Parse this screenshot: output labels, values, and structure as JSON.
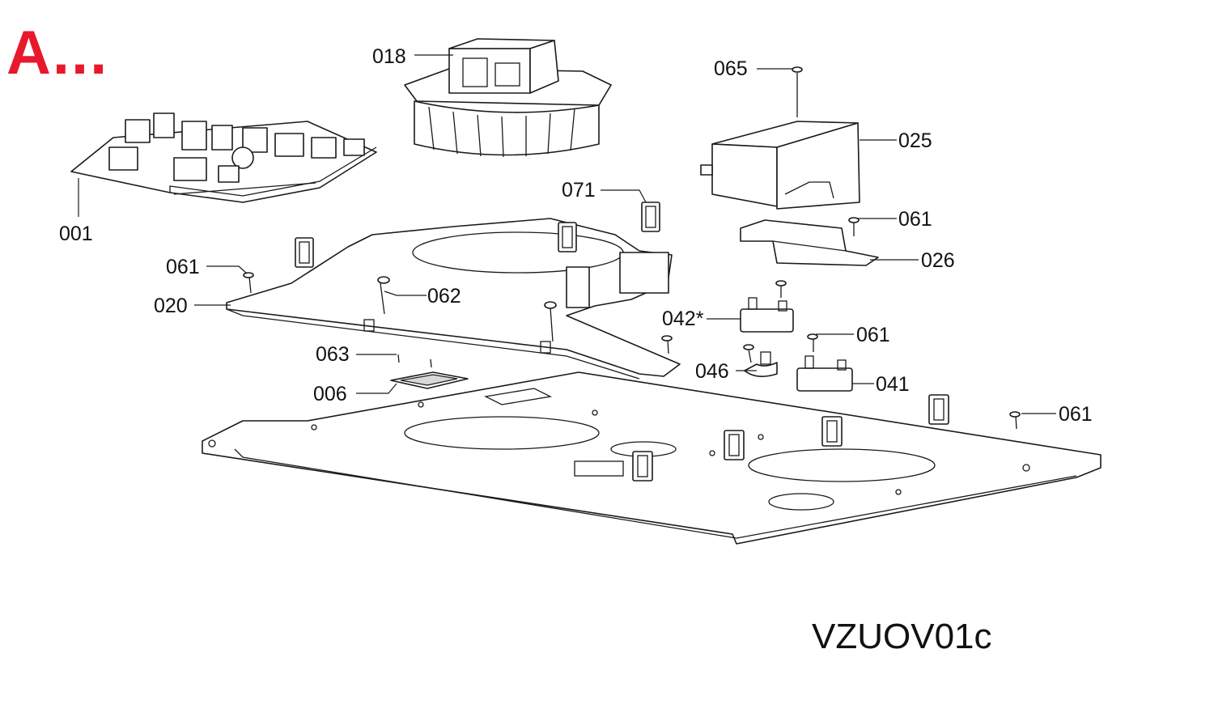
{
  "section_mark": "A...",
  "footer_code": "VZUOV01c",
  "colors": {
    "section_mark": "#e8192c",
    "line": "#1a1a1a"
  },
  "part_labels": [
    "001",
    "018",
    "065",
    "025",
    "071",
    "061",
    "026",
    "020",
    "062",
    "042*",
    "063",
    "046",
    "041",
    "006"
  ]
}
